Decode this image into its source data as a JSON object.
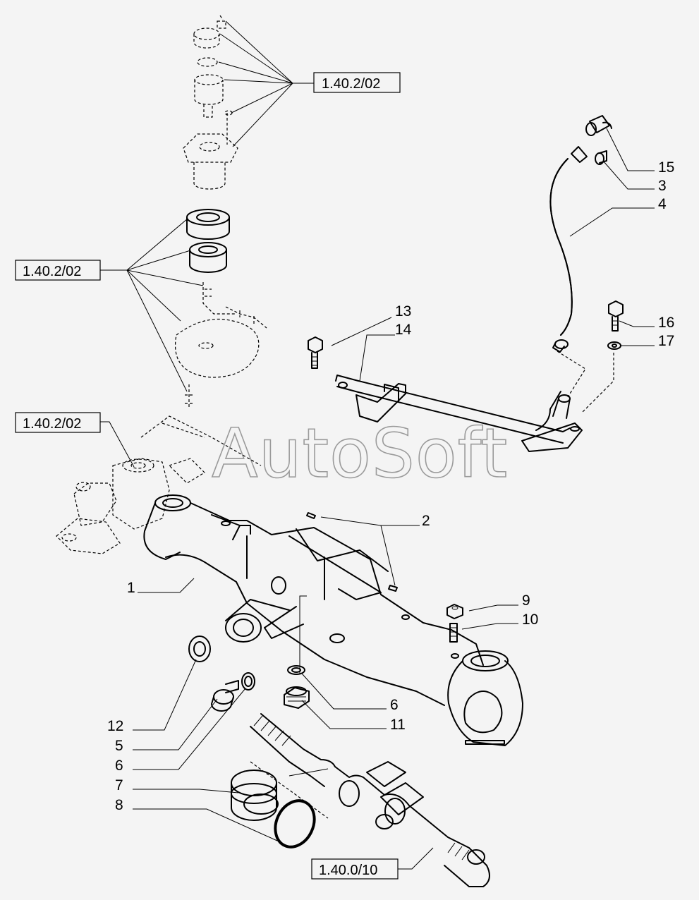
{
  "watermark": "AutoSoft",
  "references": [
    {
      "id": "ref-top",
      "text": "1.40.2/02"
    },
    {
      "id": "ref-left-mid",
      "text": "1.40.2/02"
    },
    {
      "id": "ref-left-low",
      "text": "1.40.2/02"
    },
    {
      "id": "ref-bottom",
      "text": "1.40.0/10"
    }
  ],
  "callouts": [
    {
      "id": "c15",
      "text": "15"
    },
    {
      "id": "c3",
      "text": "3"
    },
    {
      "id": "c4",
      "text": "4"
    },
    {
      "id": "c13",
      "text": "13"
    },
    {
      "id": "c14",
      "text": "14"
    },
    {
      "id": "c16",
      "text": "16"
    },
    {
      "id": "c17",
      "text": "17"
    },
    {
      "id": "c2",
      "text": "2"
    },
    {
      "id": "c1",
      "text": "1"
    },
    {
      "id": "c9",
      "text": "9"
    },
    {
      "id": "c10",
      "text": "10"
    },
    {
      "id": "c6a",
      "text": "6"
    },
    {
      "id": "c11",
      "text": "11"
    },
    {
      "id": "c12",
      "text": "12"
    },
    {
      "id": "c5",
      "text": "5"
    },
    {
      "id": "c6b",
      "text": "6"
    },
    {
      "id": "c7",
      "text": "7"
    },
    {
      "id": "c8",
      "text": "8"
    }
  ]
}
